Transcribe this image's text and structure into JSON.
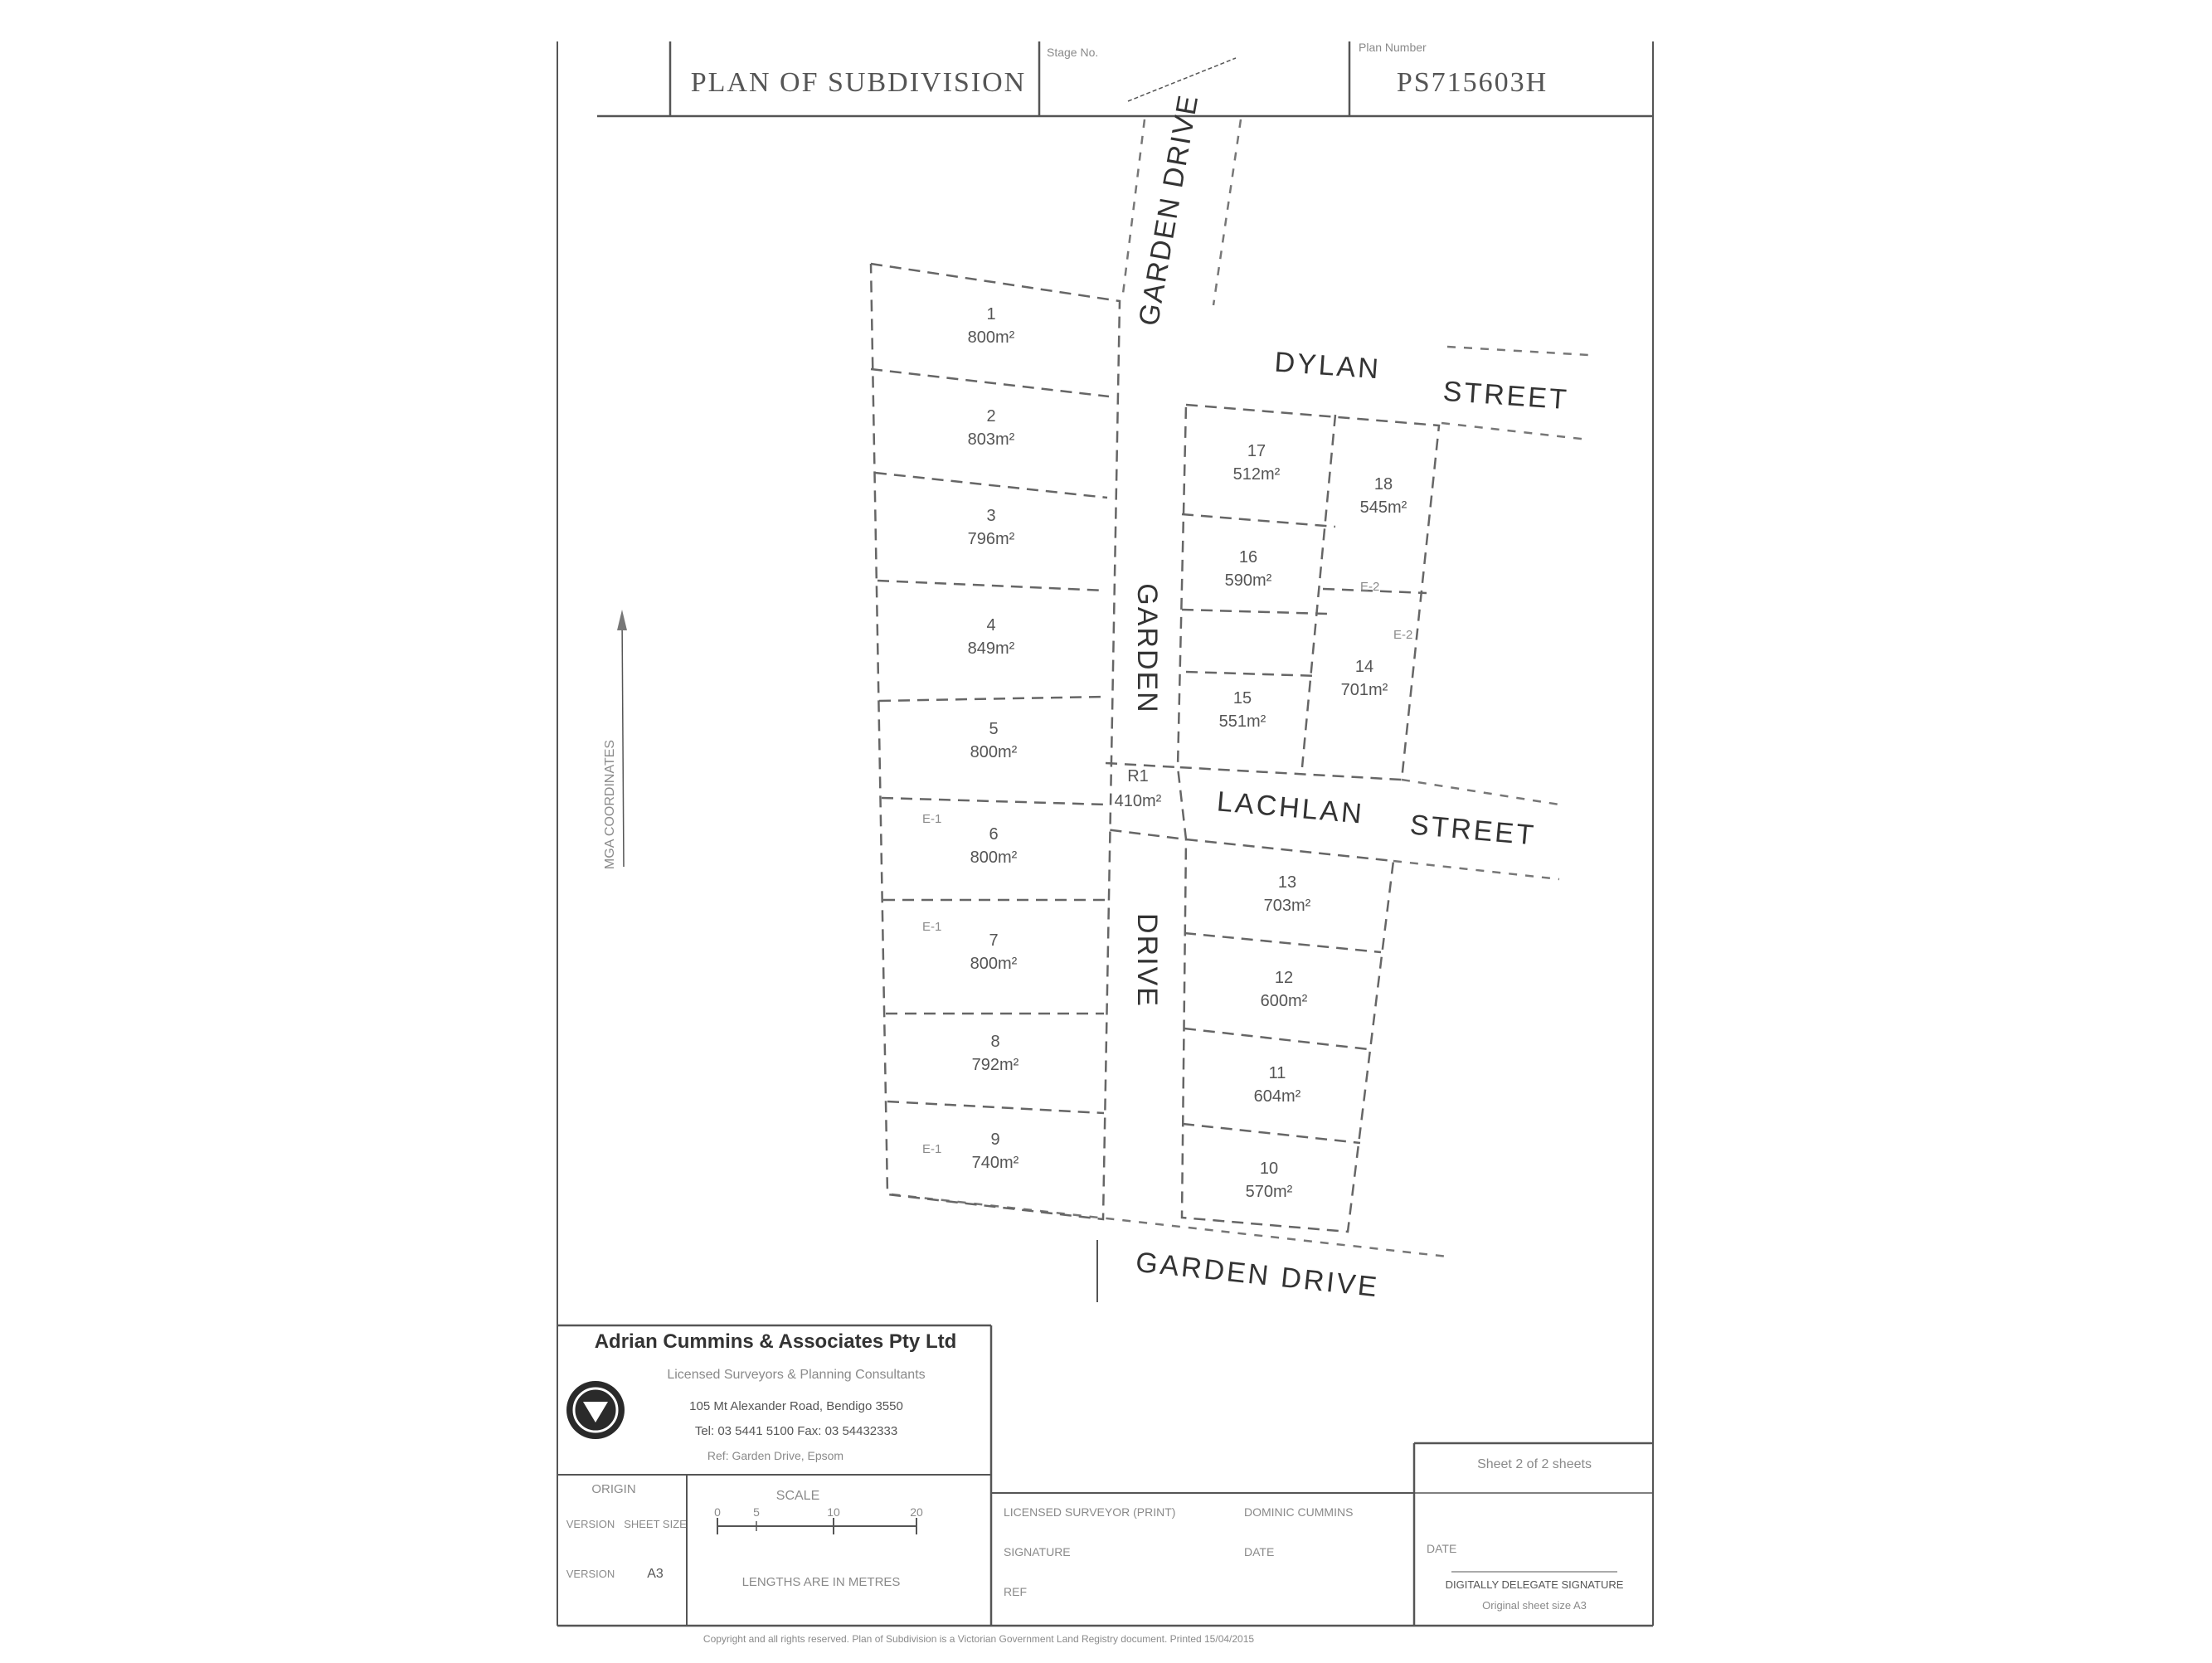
{
  "header": {
    "title": "PLAN OF SUBDIVISION",
    "stage_label": "Stage No.",
    "plan_label": "Plan Number",
    "plan_number": "PS715603H"
  },
  "streets": {
    "garden_drive_north": "GARDEN DRIVE",
    "dylan": "DYLAN",
    "dylan_street": "STREET",
    "garden_central": "GARDEN",
    "drive_central": "DRIVE",
    "lachlan": "LACHLAN",
    "lachlan_street": "STREET",
    "garden_drive_south": "GARDEN DRIVE"
  },
  "reserve": {
    "id": "R1",
    "area": "410m²"
  },
  "lots": [
    {
      "id": "1",
      "area": "800m²"
    },
    {
      "id": "2",
      "area": "803m²"
    },
    {
      "id": "3",
      "area": "796m²"
    },
    {
      "id": "4",
      "area": "849m²"
    },
    {
      "id": "5",
      "area": "800m²"
    },
    {
      "id": "6",
      "area": "800m²"
    },
    {
      "id": "7",
      "area": "800m²"
    },
    {
      "id": "8",
      "area": "792m²"
    },
    {
      "id": "9",
      "area": "740m²"
    },
    {
      "id": "10",
      "area": "570m²"
    },
    {
      "id": "11",
      "area": "604m²"
    },
    {
      "id": "12",
      "area": "600m²"
    },
    {
      "id": "13",
      "area": "703m²"
    },
    {
      "id": "14",
      "area": "701m²"
    },
    {
      "id": "15",
      "area": "551m²"
    },
    {
      "id": "16",
      "area": "590m²"
    },
    {
      "id": "17",
      "area": "512m²"
    },
    {
      "id": "18",
      "area": "545m²"
    }
  ],
  "easement_labels": [
    "E-1",
    "E-1",
    "E-2",
    "E-2",
    "E-1"
  ],
  "side_annotation": "MGA COORDINATES",
  "title_block": {
    "company": "Adrian Cummins & Associates Pty Ltd",
    "subtitle": "Licensed Surveyors & Planning Consultants",
    "address": "105 Mt Alexander Road, Bendigo 3550",
    "phone": "Tel: 03 5441 5100   Fax: 03 54432333",
    "reference": "Ref: Garden Drive, Epsom",
    "origin_label": "ORIGIN",
    "scale_label": "SCALE",
    "sheet_size_label": "SHEET SIZE",
    "scale_ticks": [
      "0",
      "5",
      "10",
      "20"
    ],
    "version_label": "VERSION",
    "sheet_size": "A3",
    "dimensions_note": "LENGTHS ARE IN METRES",
    "surveyor_label": "LICENSED SURVEYOR (PRINT)",
    "surveyor_name": "DOMINIC CUMMINS",
    "signature_label": "SIGNATURE",
    "date_label": "DATE",
    "ref_label": "REF",
    "version_short": "VERSION",
    "sheet_of": "Sheet 2 of 2 sheets",
    "date_right": "DATE",
    "delegate": "DIGITALLY DELEGATE SIGNATURE",
    "original_size": "Original sheet size A3",
    "footer": "Copyright and all rights reserved. Plan of Subdivision is a Victorian Government Land Registry document. Printed 15/04/2015"
  }
}
